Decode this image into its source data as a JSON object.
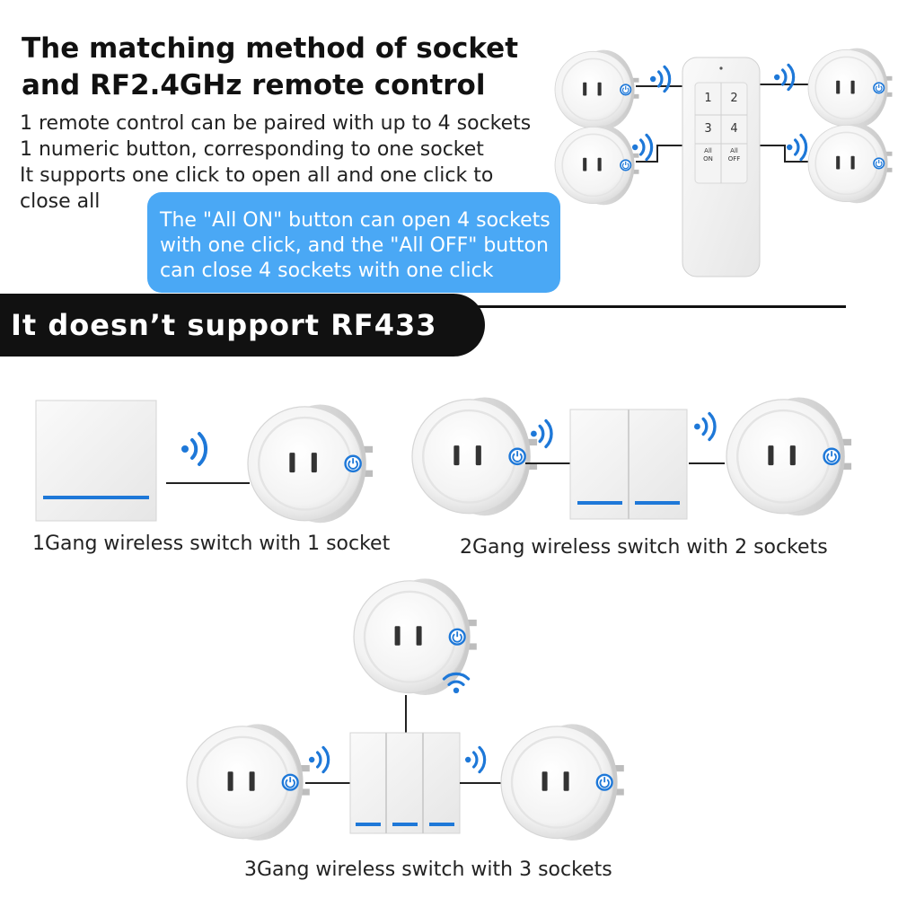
{
  "header": {
    "title_line1": "The matching method of socket",
    "title_line2": "and RF2.4GHz remote control",
    "desc_lines": [
      "1 remote control can be paired with up to 4 sockets",
      "1 numeric button, corresponding to one socket",
      "It supports one click to open all and one click to",
      "close all"
    ]
  },
  "callout": {
    "lines": [
      "The \"All ON\" button can open 4 sockets",
      "with one click, and the \"All OFF\" button",
      "can close 4 sockets with one click"
    ]
  },
  "banner": {
    "text": "It doesn’t support RF433"
  },
  "remote": {
    "buttons": [
      "1",
      "2",
      "3",
      "4"
    ],
    "all_on": [
      "All",
      "ON"
    ],
    "all_off": [
      "All",
      "OFF"
    ]
  },
  "captions": {
    "one_gang": "1Gang wireless switch with 1 socket",
    "two_gang": "2Gang wireless switch with 2 sockets",
    "three_gang": "3Gang wireless switch with 3 sockets"
  },
  "colors": {
    "accent_blue": "#1e78d8",
    "callout_blue": "#4aa8f5",
    "banner_black": "#111111"
  },
  "icons": [
    "smart-plug-icon",
    "wireless-signal-icon",
    "power-icon",
    "remote-control-icon",
    "wall-switch-icon"
  ]
}
